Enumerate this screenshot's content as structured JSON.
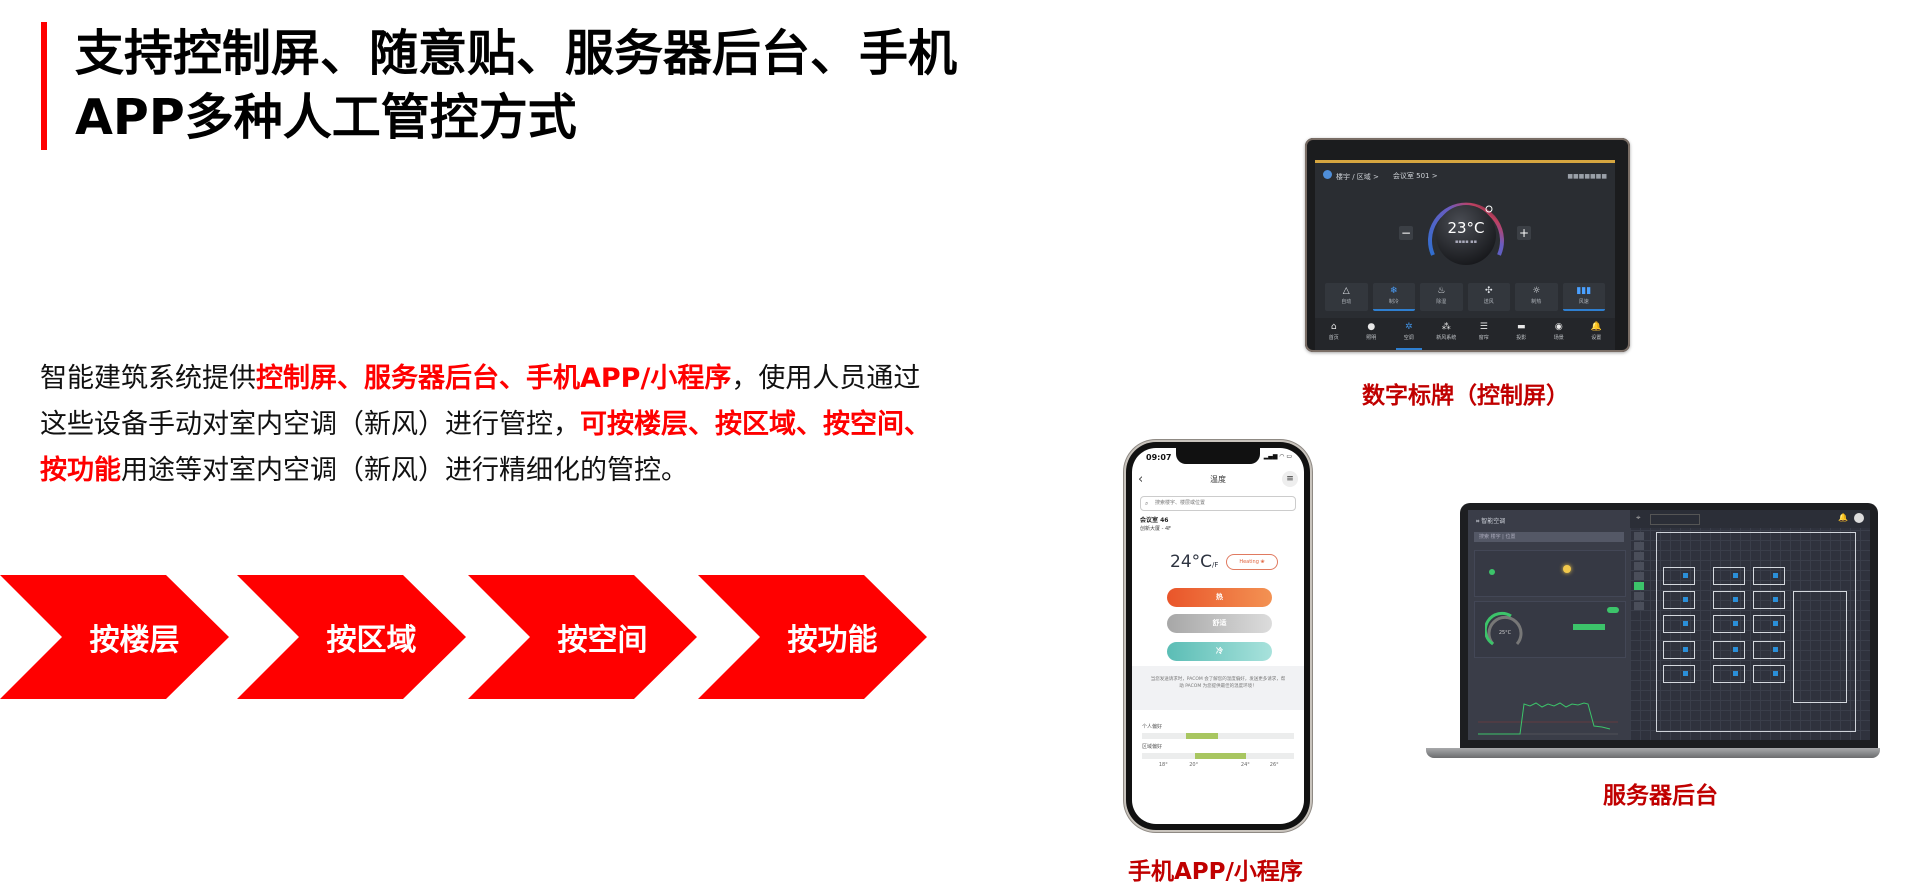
{
  "title": {
    "line1": "支持控制屏、随意贴、服务器后台、手机",
    "line2": "APP多种人工管控方式"
  },
  "paragraph": {
    "segments": [
      {
        "text": "智能建筑系统提供",
        "highlight": false
      },
      {
        "text": "控制屏、服务器后台、手机APP/小程序",
        "highlight": true
      },
      {
        "text": "，使用人员通过这些设备手动对室内空调（新风）进行管控，",
        "highlight": false
      },
      {
        "text": "可按楼层、按区域、按空间、按功能",
        "highlight": true
      },
      {
        "text": "用途等对室内空调（新风）进行精细化的管控。",
        "highlight": false
      }
    ]
  },
  "chevrons": [
    {
      "label": "按楼层"
    },
    {
      "label": "按区域"
    },
    {
      "label": "按空间"
    },
    {
      "label": "按功能"
    }
  ],
  "colors": {
    "accent": "#ff0000",
    "caption": "#c00000",
    "text": "#111111"
  },
  "devices": {
    "control_screen": {
      "caption": "数字标牌（控制屏）",
      "breadcrumb_1": "楼宇 / 区域 >",
      "breadcrumb_2": "会议室 501 >",
      "temperature": "23°C",
      "minus_label": "−",
      "plus_label": "+",
      "modes": [
        {
          "icon": "△",
          "label": "自动",
          "active": false
        },
        {
          "icon": "❄",
          "label": "制冷",
          "active": true
        },
        {
          "icon": "♨",
          "label": "除湿",
          "active": false
        },
        {
          "icon": "✣",
          "label": "送风",
          "active": false
        },
        {
          "icon": "☼",
          "label": "制热",
          "active": false
        },
        {
          "icon": "▮▮▮",
          "label": "风速",
          "active": true
        }
      ],
      "nav": [
        {
          "icon": "⌂",
          "label": "首页",
          "active": false
        },
        {
          "icon": "●",
          "label": "照明",
          "active": false
        },
        {
          "icon": "✲",
          "label": "空调",
          "active": true
        },
        {
          "icon": "⁂",
          "label": "新风系统",
          "active": false
        },
        {
          "icon": "☰",
          "label": "窗帘",
          "active": false
        },
        {
          "icon": "▬",
          "label": "投影",
          "active": false
        },
        {
          "icon": "◉",
          "label": "场景",
          "active": false
        },
        {
          "icon": "🔔",
          "label": "设置",
          "active": false
        }
      ]
    },
    "phone_app": {
      "caption": "手机APP/小程序",
      "time": "09:07",
      "signal": "▂▄▆ ◠ ▭",
      "back_icon": "‹",
      "header": "温度",
      "menu_icon": "≡",
      "search_placeholder": "搜索楼宇、楼层或位置",
      "room": "会议室 46",
      "building": "创新大厦 - 4F",
      "temperature": "24°C",
      "unit_toggle": "/F",
      "status": "Heating ❀",
      "buttons": [
        "热",
        "舒适",
        "冷"
      ],
      "info": "当您发送请求时，PACOM 会了解您的温度偏好，发送更多请求，帮助 PACOM 为您提供最佳的温度环境！",
      "personal_pref_label": "个人偏好",
      "zone_pref_label": "区域偏好",
      "scale_min": 16,
      "scale_max": 28,
      "personal_pref_range": [
        19.5,
        22
      ],
      "zone_pref_range": [
        20.2,
        24.2
      ],
      "ticks": [
        "18°",
        "20°",
        "24°",
        "26°"
      ]
    },
    "server_backend": {
      "caption": "服务器后台",
      "panel_title": "智能空调",
      "search_placeholder": "搜索 楼宇 | 位置",
      "gauge_value": "25°C",
      "toggle_on": true
    }
  }
}
